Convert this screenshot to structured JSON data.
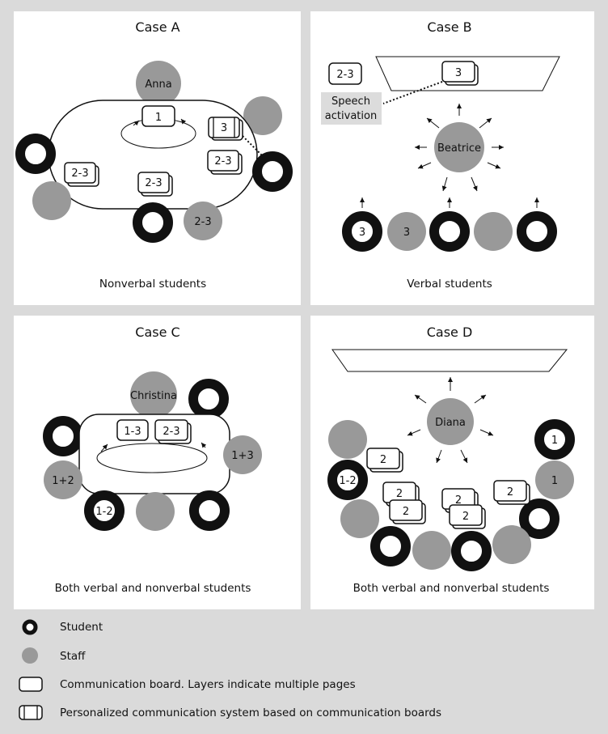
{
  "case_a": {
    "title": "Case A",
    "staff_name": "Anna",
    "boards": [
      "1",
      "3",
      "2-3",
      "2-3",
      "2-3"
    ],
    "staff_label": "2-3",
    "caption": "Nonverbal students"
  },
  "case_b": {
    "title": "Case B",
    "staff_name": "Beatrice",
    "board_left": "2-3",
    "board_screen": "3",
    "speech_activation": "Speech\nactivation",
    "student_label": "3",
    "staff_label": "3",
    "caption": "Verbal students"
  },
  "case_c": {
    "title": "Case C",
    "staff_name": "Christina",
    "boards": [
      "1-3",
      "2-3"
    ],
    "staff_label_right": "1+3",
    "staff_label_left": "1+2",
    "student_label": "1-2",
    "caption": "Both verbal and nonverbal students"
  },
  "case_d": {
    "title": "Case D",
    "staff_name": "Diana",
    "student_label_right": "1",
    "staff_label_right": "1",
    "student_label_left": "1-2",
    "boards": [
      "2",
      "2",
      "2",
      "2",
      "2",
      "2"
    ],
    "caption": "Both verbal and nonverbal students"
  },
  "legend": {
    "student": "Student",
    "staff": "Staff",
    "board": "Communication board. Layers indicate multiple pages",
    "personalized": "Personalized communication system based on communication boards"
  },
  "colors": {
    "staff": "#999999",
    "student_ring": "#111111",
    "panel_bg": "#ffffff",
    "page_bg": "#dadada",
    "speech_box": "#dcdcdc"
  }
}
